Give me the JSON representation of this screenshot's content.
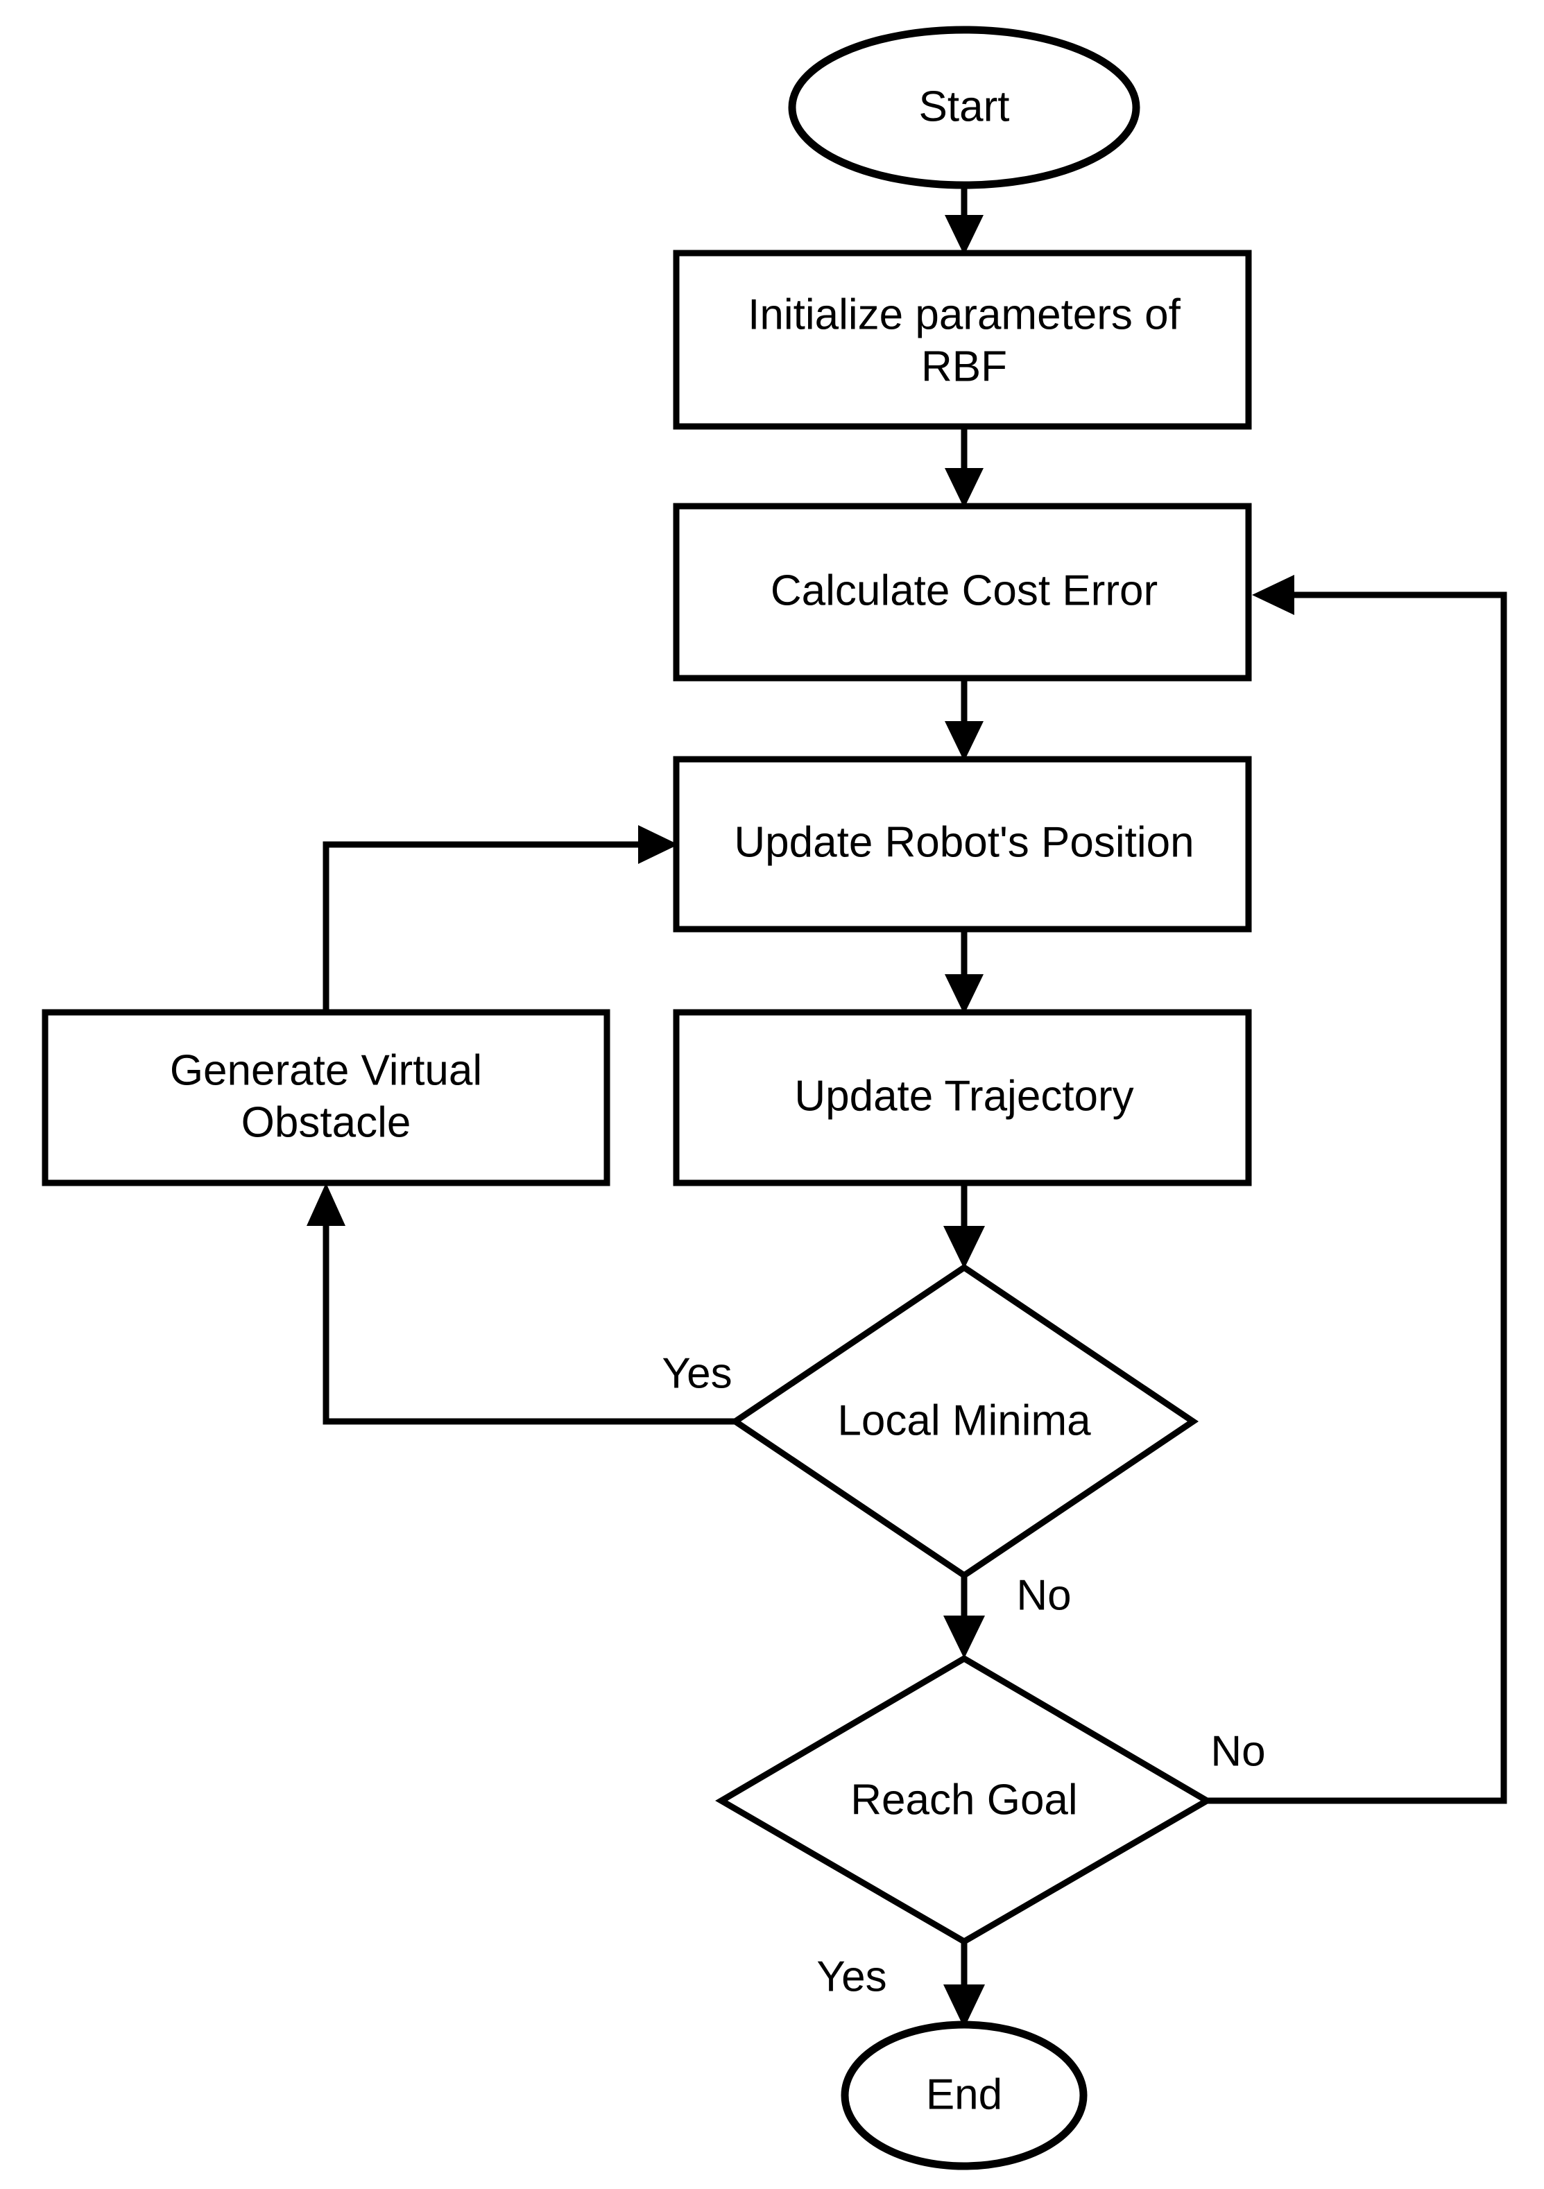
{
  "diagram": {
    "title": "RBF robot path planning flowchart",
    "background_color": "#ffffff",
    "line_color": "#000000",
    "nodes": {
      "start": {
        "label": "Start",
        "shape": "ellipse"
      },
      "init_rbf": {
        "label": "Initialize parameters of",
        "label_line2": "RBF",
        "shape": "process"
      },
      "calc_cost": {
        "label": "Calculate Cost Error",
        "shape": "process"
      },
      "update_position": {
        "label": "Update Robot's Position",
        "shape": "process"
      },
      "generate_obstacle": {
        "label": "Generate Virtual",
        "label_line2": "Obstacle",
        "shape": "process"
      },
      "update_trajectory": {
        "label": "Update Trajectory",
        "shape": "process"
      },
      "local_minima": {
        "label": "Local Minima",
        "shape": "decision"
      },
      "reach_goal": {
        "label": "Reach Goal",
        "shape": "decision"
      },
      "end": {
        "label": "End",
        "shape": "ellipse"
      }
    },
    "edge_labels": {
      "local_minima_yes": "Yes",
      "local_minima_no": "No",
      "reach_goal_no": "No",
      "reach_goal_yes": "Yes"
    }
  }
}
